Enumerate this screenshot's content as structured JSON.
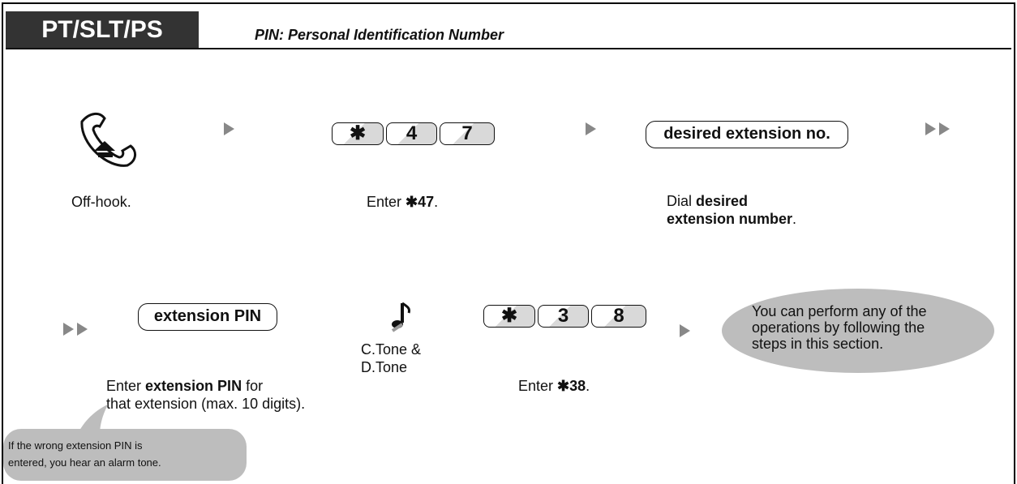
{
  "header": {
    "tab_label": "PT/SLT/PS",
    "caption": "PIN: Personal Identification Number"
  },
  "steps": {
    "offhook_caption": "Off-hook.",
    "code47_keys": [
      "✱",
      "4",
      "7"
    ],
    "code47_caption_prefix": "Enter ",
    "code47_caption_code": "✱47",
    "code47_caption_suffix": ".",
    "ext_box_label": "desired extension no.",
    "ext_caption_line1_prefix": "Dial ",
    "ext_caption_line1_bold": "desired",
    "ext_caption_line2_bold": "extension number",
    "ext_caption_line2_suffix": ".",
    "pin_box_label": "extension PIN",
    "pin_caption_line1_prefix": "Enter ",
    "pin_caption_line1_bold": "extension PIN",
    "pin_caption_line1_suffix": " for",
    "pin_caption_line2": "that extension (max. 10 digits).",
    "tone_label_line1": "C.Tone &",
    "tone_label_line2": "D.Tone",
    "code38_keys": [
      "✱",
      "3",
      "8"
    ],
    "code38_caption_prefix": "Enter ",
    "code38_caption_code": "✱38",
    "code38_caption_suffix": ".",
    "result_line1": "You can perform any of the",
    "result_line2": "operations by following the",
    "result_line3": "steps in this section.",
    "note_line1": "If the wrong extension PIN is",
    "note_line2": "entered, you hear an alarm tone."
  },
  "icons": {
    "handset": "handset-offhook-icon",
    "tone": "music-note-icon"
  }
}
